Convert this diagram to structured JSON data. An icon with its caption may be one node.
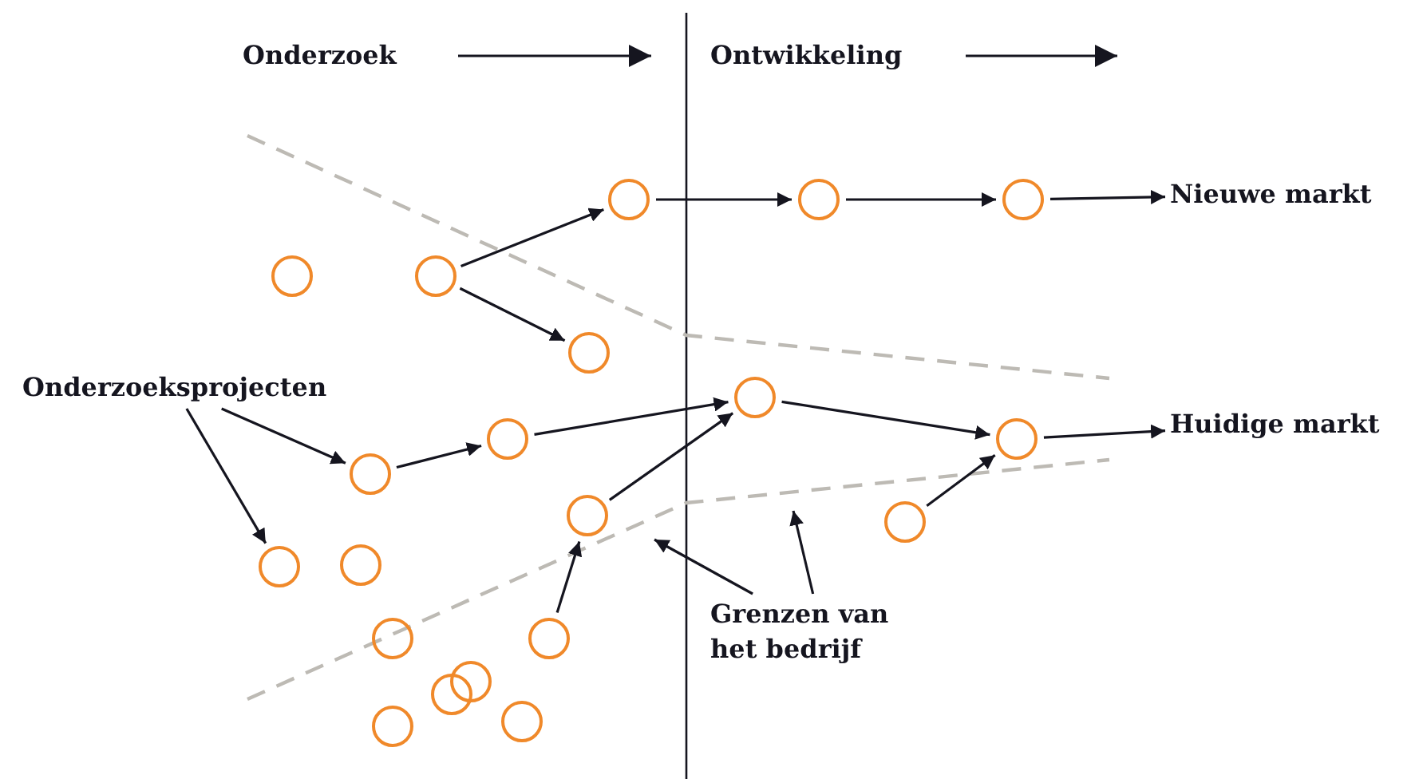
{
  "diagram": {
    "nodes": [
      {
        "text": [],
        "shape": "circle"
      },
      {
        "text": [],
        "shape": "circle"
      },
      {
        "text": [],
        "shape": "circle"
      },
      {
        "text": [
          "Nieuwe markt"
        ]
      },
      {
        "text": [],
        "shape": "circle"
      },
      {
        "text": [],
        "shape": "circle"
      },
      {
        "text": [],
        "shape": "circle"
      },
      {
        "text": [
          "Onderzoeksprojecten"
        ]
      },
      {
        "text": [],
        "shape": "circle"
      },
      {
        "text": [],
        "shape": "circle"
      },
      {
        "text": [
          "Huidige markt"
        ]
      },
      {
        "text": [],
        "shape": "circle"
      },
      {
        "text": [],
        "shape": "circle"
      },
      {
        "text": [],
        "shape": "circle"
      },
      {
        "text": [],
        "shape": "circle"
      },
      {
        "text": [],
        "shape": "circle"
      },
      {
        "text": [],
        "shape": "circle"
      },
      {
        "text": [
          "Grenzen van het bedrijf"
        ]
      },
      {
        "text": [],
        "shape": "circle"
      },
      {
        "text": [],
        "shape": "circle"
      },
      {
        "text": [],
        "shape": "circle"
      },
      {
        "text": [],
        "shape": "circle"
      },
      {
        "text": [],
        "shape": "circle"
      },
      {
        "text": [],
        "shape": "circle"
      }
    ],
    "edges": [
      {
        "from": 0,
        "to": 1,
        "arrow": "to"
      },
      {
        "from": 1,
        "to": 2,
        "arrow": "to"
      },
      {
        "from": 2,
        "to": 3,
        "arrow": "to"
      },
      {
        "from": 5,
        "to": 0,
        "arrow": "to"
      },
      {
        "from": 5,
        "to": 6,
        "arrow": "to"
      },
      {
        "from": 7,
        "to": 12,
        "arrow": "to"
      },
      {
        "from": 7,
        "to": 15,
        "arrow": "to"
      },
      {
        "from": 12,
        "to": 11,
        "arrow": "to"
      },
      {
        "from": 11,
        "to": 8,
        "arrow": "to"
      },
      {
        "from": 13,
        "to": 8,
        "arrow": "to"
      },
      {
        "from": 8,
        "to": 9,
        "arrow": "to"
      },
      {
        "from": 9,
        "to": 10,
        "arrow": "to"
      },
      {
        "from": 14,
        "to": 9,
        "arrow": "to"
      },
      {
        "from": 19,
        "to": 13,
        "arrow": "to"
      },
      {
        "from": 17,
        "to": null,
        "arrow": "to"
      },
      {
        "from": 17,
        "to": null,
        "arrow": "to"
      }
    ],
    "labels": [
      "Onderzoek",
      "Ontwikkeling"
    ]
  }
}
